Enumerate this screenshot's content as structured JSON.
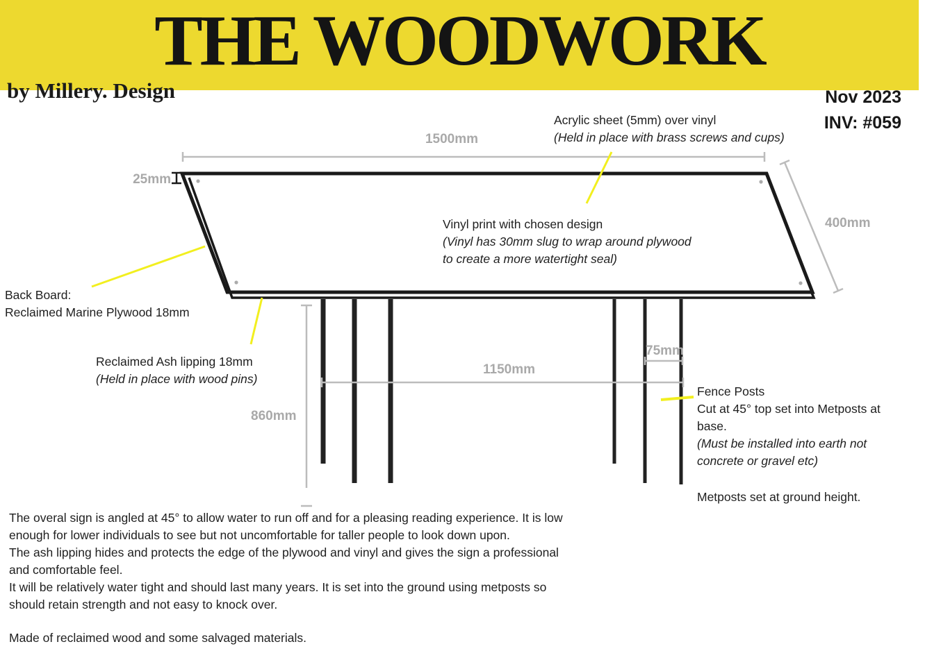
{
  "header": {
    "title": "THE WOODWORK",
    "byline": "by Millery. Design",
    "date": "Nov 2023",
    "invoice": "INV: #059"
  },
  "dimensions": {
    "panel_width": "1500mm",
    "lipping_thickness": "25mm",
    "panel_depth": "400mm",
    "post_spacing": "1150mm",
    "post_width": "75mm",
    "post_height": "860mm"
  },
  "annotations": {
    "acrylic": {
      "line1": "Acrylic sheet (5mm) over vinyl",
      "line2": "(Held in place with brass screws and cups)"
    },
    "vinyl": {
      "line1": "Vinyl print with chosen design",
      "line2": "(Vinyl has 30mm slug to wrap around plywood",
      "line3": "to create a more watertight seal)"
    },
    "back_board": {
      "line1": "Back Board:",
      "line2": "Reclaimed Marine Plywood 18mm"
    },
    "lipping": {
      "line1": "Reclaimed Ash lipping 18mm",
      "line2": "(Held in place with wood pins)"
    },
    "fence_posts": {
      "line1": "Fence Posts",
      "line2": "Cut at 45° top set into Metposts at",
      "line3": "base.",
      "line4": "(Must be installed into earth not",
      "line5": "concrete or gravel etc)"
    },
    "metposts": "Metposts set at ground height."
  },
  "notes": {
    "para1": [
      "The overal sign is angled at 45° to allow water to run off and for a pleasing reading experience. It is low",
      "enough for lower individuals to see but not uncomfortable for taller people to look down upon.",
      "The ash lipping hides and protects the edge of the plywood and vinyl and gives the sign a professional",
      "and comfortable feel.",
      "It will be relatively water tight and should last many years. It is set into the ground using metposts so",
      "should retain strength and not easy to knock over."
    ],
    "para2": "Made of reclaimed wood and some salvaged materials."
  },
  "colors": {
    "header_yellow": "#EDD92F",
    "callout_yellow": "#F2EF1F",
    "dimension_gray": "#BCBCBC",
    "label_gray": "#A9A9A9",
    "ink": "#1A1A1A"
  }
}
